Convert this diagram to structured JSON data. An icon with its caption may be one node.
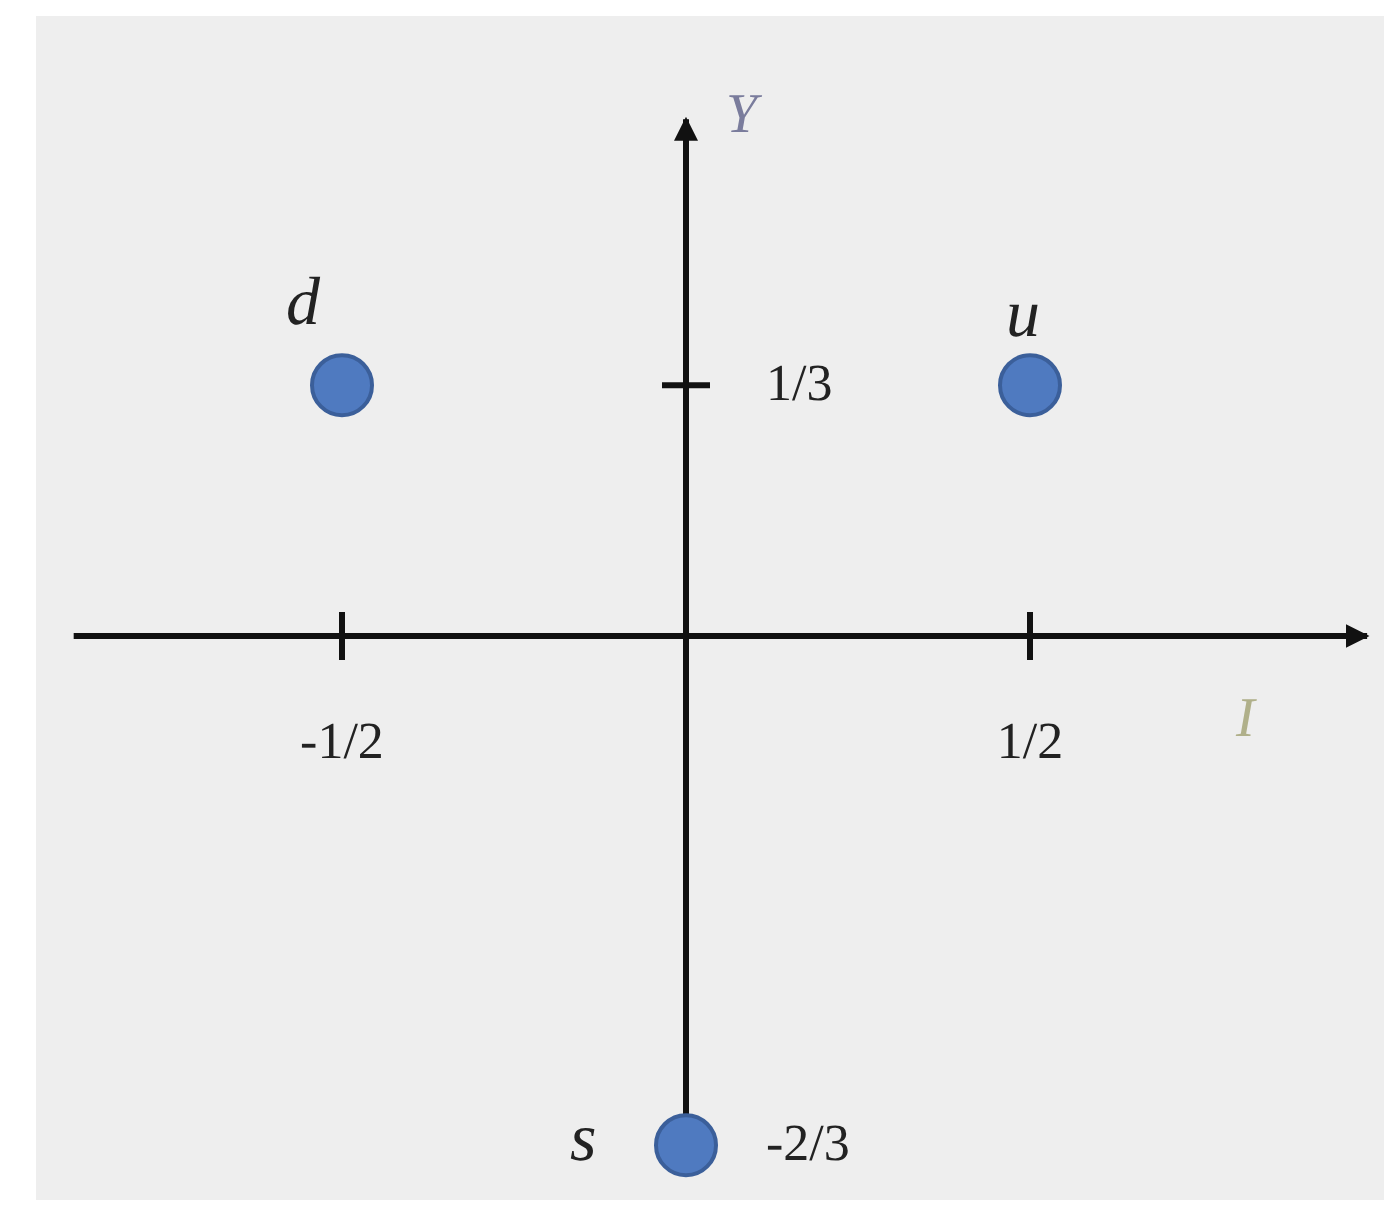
{
  "diagram": {
    "chart_data": {
      "type": "scatter",
      "xlabel": "I",
      "ylabel": "Y",
      "x": [
        -0.5,
        0.5,
        0
      ],
      "series": [
        {
          "color": "#4f7ac0",
          "values": [
            0.33,
            0.33,
            -0.67
          ]
        }
      ],
      "xlim": [
        -0.89,
        0.99
      ],
      "ylim": [
        -0.71,
        0.68
      ],
      "xticks": [
        {
          "value": -0.5,
          "label": "-1/2"
        },
        {
          "value": 0.5,
          "label": "1/2"
        }
      ],
      "yticks": [
        {
          "value": 0.33,
          "label": "1/3"
        },
        {
          "value": -0.67,
          "label": "-2/3"
        }
      ],
      "annotations": [
        {
          "text": "d",
          "x": -0.5,
          "y": 0.33
        },
        {
          "text": "u",
          "x": 0.5,
          "y": 0.33
        },
        {
          "text": "s",
          "x": 0,
          "y": -0.67
        }
      ]
    }
  }
}
